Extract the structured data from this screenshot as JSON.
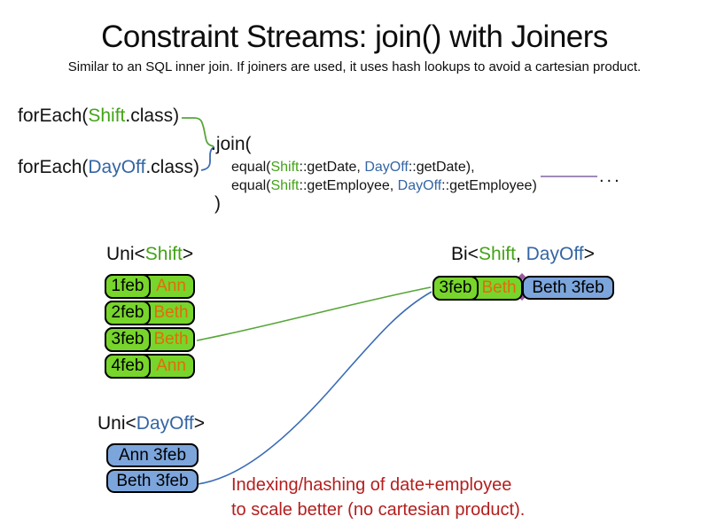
{
  "slide": {
    "title": "Constraint Streams: join() with Joiners",
    "subtitle": "Similar to an SQL inner join. If joiners are used, it uses hash lookups to avoid a cartesian product."
  },
  "code": {
    "foreach_shift": {
      "pre": "forEach(",
      "cls": "Shift",
      "post": ".class)"
    },
    "foreach_dayoff": {
      "pre": "forEach(",
      "cls": "DayOff",
      "post": ".class)"
    },
    "join_open": ".join(",
    "joiner1": {
      "pre": "equal(",
      "c1": "Shift",
      "mid": "::getDate, ",
      "c2": "DayOff",
      "post": "::getDate),"
    },
    "joiner2": {
      "pre": "equal(",
      "c1": "Shift",
      "mid": "::getEmployee, ",
      "c2": "DayOff",
      "post": "::getEmployee)"
    },
    "join_close": ")",
    "ellipsis": "..."
  },
  "uni_shift": {
    "label": {
      "pre": "Uni<",
      "cls": "Shift",
      "post": ">"
    },
    "rows": [
      {
        "date": "1feb",
        "employee": "Ann"
      },
      {
        "date": "2feb",
        "employee": "Beth"
      },
      {
        "date": "3feb",
        "employee": "Beth"
      },
      {
        "date": "4feb",
        "employee": "Ann"
      }
    ]
  },
  "bi": {
    "label": {
      "pre": "Bi<",
      "c1": "Shift",
      "sep": ", ",
      "c2": "DayOff",
      "post": ">"
    },
    "row": {
      "date": "3feb",
      "employee": "Beth",
      "dayoff": "Beth 3feb"
    }
  },
  "uni_dayoff": {
    "label": {
      "pre": "Uni<",
      "cls": "DayOff",
      "post": ">"
    },
    "rows": [
      "Ann 3feb",
      "Beth 3feb"
    ]
  },
  "note": {
    "line1": "Indexing/hashing of date+employee",
    "line2": "to scale better (no cartesian product)."
  },
  "colors": {
    "shift_text_green": "#43a317",
    "dayoff_text_blue": "#3465a4",
    "cell_green_fill": "#77d52b",
    "cell_blue_fill": "#7ca5dc",
    "employee_orange": "#e36c09",
    "note_red": "#b41e1e",
    "connector_green": "#57a639",
    "connector_blue": "#3b6cb5",
    "joiner_purple": "#8064a2"
  }
}
